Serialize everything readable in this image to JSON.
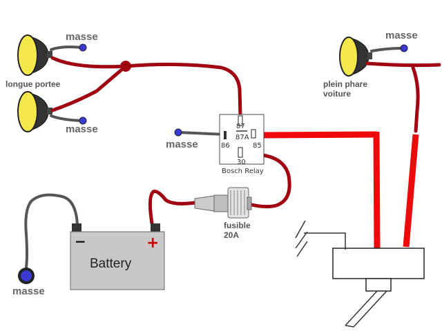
{
  "labels": {
    "masse_top_left": "masse",
    "masse_mid_left": "masse",
    "masse_relay": "masse",
    "masse_battery": "masse",
    "masse_top_right": "masse",
    "longue_portee": "longue portee",
    "plein_phare_line1": "plein phare",
    "plein_phare_line2": "voiture",
    "fusible_line1": "fusible",
    "fusible_line2": "20A"
  },
  "relay": {
    "name": "Bosch Relay",
    "pin_87": "87",
    "pin_87a": "87A",
    "pin_86": "86",
    "pin_85": "85",
    "pin_30": "30"
  },
  "battery": {
    "label": "Battery",
    "negative": "−",
    "positive": "+"
  },
  "colors": {
    "wire_dark_red": "#a00010",
    "wire_bright_red": "#ee0a0a",
    "ground_wire": "#555555",
    "lamp_lens": "#f5e84a",
    "ground_dot": "#3a3ad0",
    "battery_body": "#c8c8c8"
  }
}
